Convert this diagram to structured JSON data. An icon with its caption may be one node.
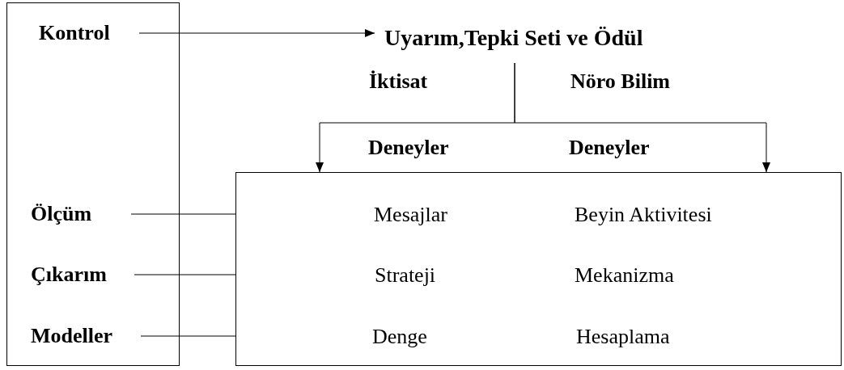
{
  "diagram": {
    "nodes": [
      {
        "text": [],
        "shape": "box"
      },
      {
        "text": [
          "Kontrol"
        ],
        "in": 0
      },
      {
        "text": [
          "Uyarım,Tepki Seti ve Ödül"
        ]
      },
      {
        "text": [
          "Ölçüm"
        ],
        "in": 0
      },
      {
        "text": [
          "Çıkarım"
        ],
        "in": 0
      },
      {
        "text": [
          "Modeller"
        ],
        "in": 0
      },
      {
        "text": [],
        "shape": "box"
      }
    ],
    "edges": [
      {
        "from": 1,
        "to": 2,
        "arrow": "to"
      },
      {
        "from": 2,
        "to": 6,
        "arrow": "to"
      },
      {
        "from": 2,
        "to": 6,
        "arrow": "to"
      },
      {
        "from": 3,
        "to": 6,
        "arrow": "none"
      },
      {
        "from": 4,
        "to": 6,
        "arrow": "none"
      },
      {
        "from": 5,
        "to": 6,
        "arrow": "none"
      }
    ],
    "labels": [
      "İktisat",
      "Nöro Bilim",
      "Deneyler",
      "Deneyler",
      "Mesajlar",
      "Beyin Aktivitesi",
      "Strateji",
      "Mekanizma",
      "Denge",
      "Hesaplama"
    ]
  }
}
